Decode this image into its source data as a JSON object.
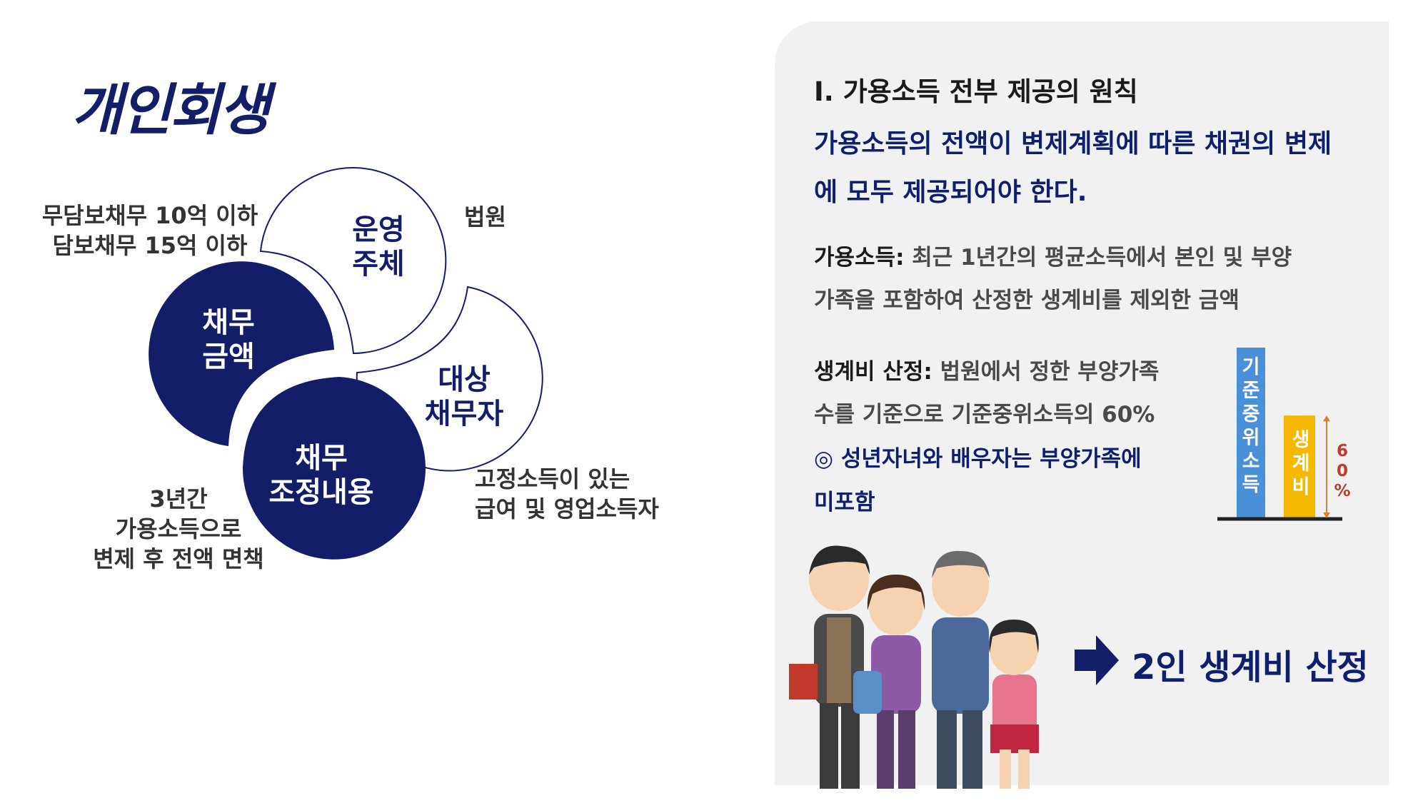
{
  "title": "개인회생",
  "diagram": {
    "petal_operator": [
      "운영",
      "주체"
    ],
    "petal_debt_amount": [
      "채무",
      "금액"
    ],
    "petal_target": [
      "대상",
      "채무자"
    ],
    "petal_adjustment": [
      "채무",
      "조정내용"
    ],
    "note_operator": "법원",
    "note_debt_amount": [
      "무담보채무 10억 이하",
      "담보채무 15억 이하"
    ],
    "note_target": [
      "고정소득이 있는",
      "급여 및 영업소득자"
    ],
    "note_adjustment": [
      "3년간",
      "가용소득으로",
      "변제 후 전액 면책"
    ]
  },
  "panel": {
    "section_title": "Ⅰ. 가용소득 전부 제공의 원칙",
    "principle": [
      "가용소득의 전액이 변제계획에 따른 채권의 변제",
      "에 모두 제공되어야 한다."
    ],
    "definition_label": "가용소득:",
    "definition_text": [
      " 최근 1년간의 평균소득에서 본인 및 부양",
      "가족을 포함하여 산정한 생계비를 제외한 금액"
    ],
    "living_label": "생계비 산정:",
    "living_text": [
      " 법원에서 정한 부양가족",
      "수를 기준으로 기준중위소득의 60%"
    ],
    "note_lines": [
      "◎ 성년자녀와 배우자는 부양가족에",
      "미포함"
    ],
    "bar_median": "기준중위소득",
    "bar_living": "생계비",
    "bar_pct": "60%",
    "arrow_result": "2인 생계비 산정"
  },
  "chart_data": {
    "type": "bar",
    "categories": [
      "기준중위소득",
      "생계비"
    ],
    "values": [
      100,
      60
    ],
    "annotation": "60%"
  },
  "colors": {
    "navy": "#141d68",
    "bar_blue": "#4a90d9",
    "bar_yellow": "#f5b800",
    "annotation": "#c0392b"
  }
}
